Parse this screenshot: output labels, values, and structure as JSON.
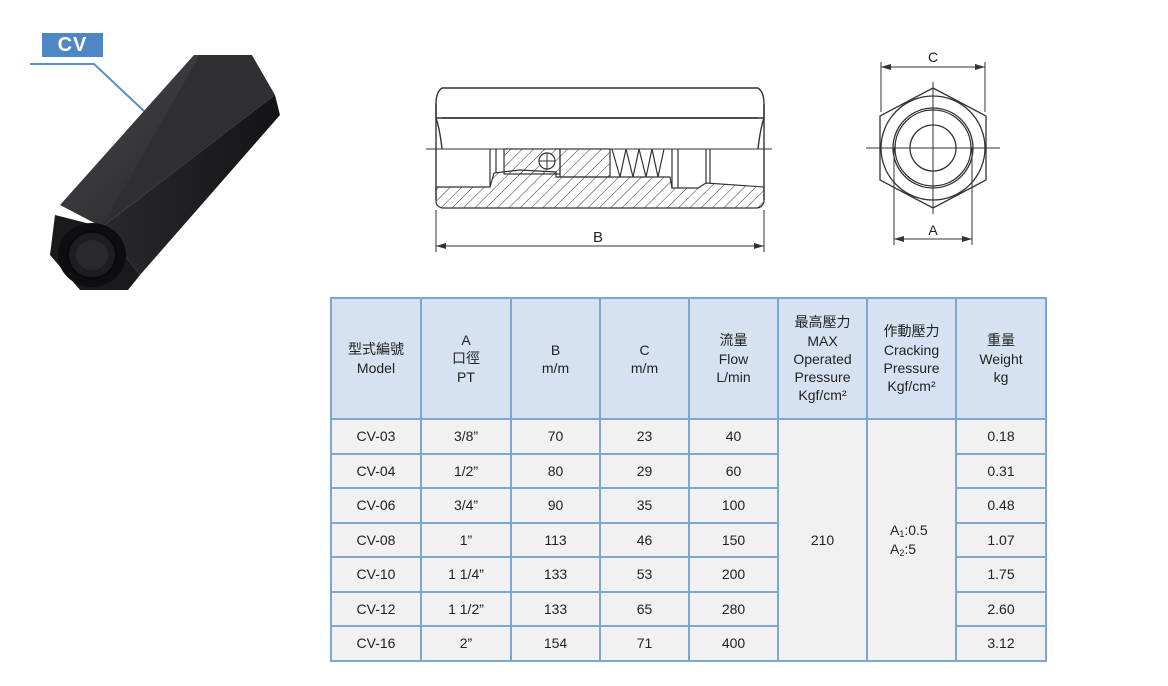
{
  "product": {
    "tag_label": "CV",
    "photo_alt": "CV check valve hexagonal body photo"
  },
  "drawings": {
    "side_view": {
      "dimension_label": "B"
    },
    "end_view": {
      "top_dimension_label": "C",
      "bottom_dimension_label": "A"
    }
  },
  "table": {
    "headers": [
      {
        "lines": [
          "型式編號",
          "Model"
        ]
      },
      {
        "lines": [
          "A",
          "口徑",
          "PT"
        ]
      },
      {
        "lines": [
          "B",
          "m/m"
        ]
      },
      {
        "lines": [
          "C",
          "m/m"
        ]
      },
      {
        "lines": [
          "流量",
          "Flow",
          "L/min"
        ]
      },
      {
        "lines": [
          "最高壓力",
          "MAX",
          "Operated",
          "Pressure",
          "Kgf/cm²"
        ]
      },
      {
        "lines": [
          "作動壓力",
          "Cracking",
          "Pressure",
          "Kgf/cm²"
        ]
      },
      {
        "lines": [
          "重量",
          "Weight",
          "kg"
        ]
      }
    ],
    "rows": [
      {
        "model": "CV-03",
        "a": "3/8”",
        "b": "70",
        "c": "23",
        "flow": "40",
        "weight": "0.18"
      },
      {
        "model": "CV-04",
        "a": "1/2”",
        "b": "80",
        "c": "29",
        "flow": "60",
        "weight": "0.31"
      },
      {
        "model": "CV-06",
        "a": "3/4”",
        "b": "90",
        "c": "35",
        "flow": "100",
        "weight": "0.48"
      },
      {
        "model": "CV-08",
        "a": "1”",
        "b": "113",
        "c": "46",
        "flow": "150",
        "weight": "1.07"
      },
      {
        "model": "CV-10",
        "a": "1 1/4”",
        "b": "133",
        "c": "53",
        "flow": "200",
        "weight": "1.75"
      },
      {
        "model": "CV-12",
        "a": "1 1/2”",
        "b": "133",
        "c": "65",
        "flow": "280",
        "weight": "2.60"
      },
      {
        "model": "CV-16",
        "a": "2”",
        "b": "154",
        "c": "71",
        "flow": "400",
        "weight": "3.12"
      }
    ],
    "max_pressure": "210",
    "cracking_pressure": {
      "a1": {
        "base": "A",
        "sub": "1",
        "value": ":0.5"
      },
      "a2": {
        "base": "A",
        "sub": "2",
        "value": ":5"
      }
    }
  },
  "colors": {
    "tag_blue": "#4f87c4",
    "header_bg": "#d6e2f2",
    "cell_bg": "#f1f1f1",
    "grid_border": "#7ea6d3"
  }
}
